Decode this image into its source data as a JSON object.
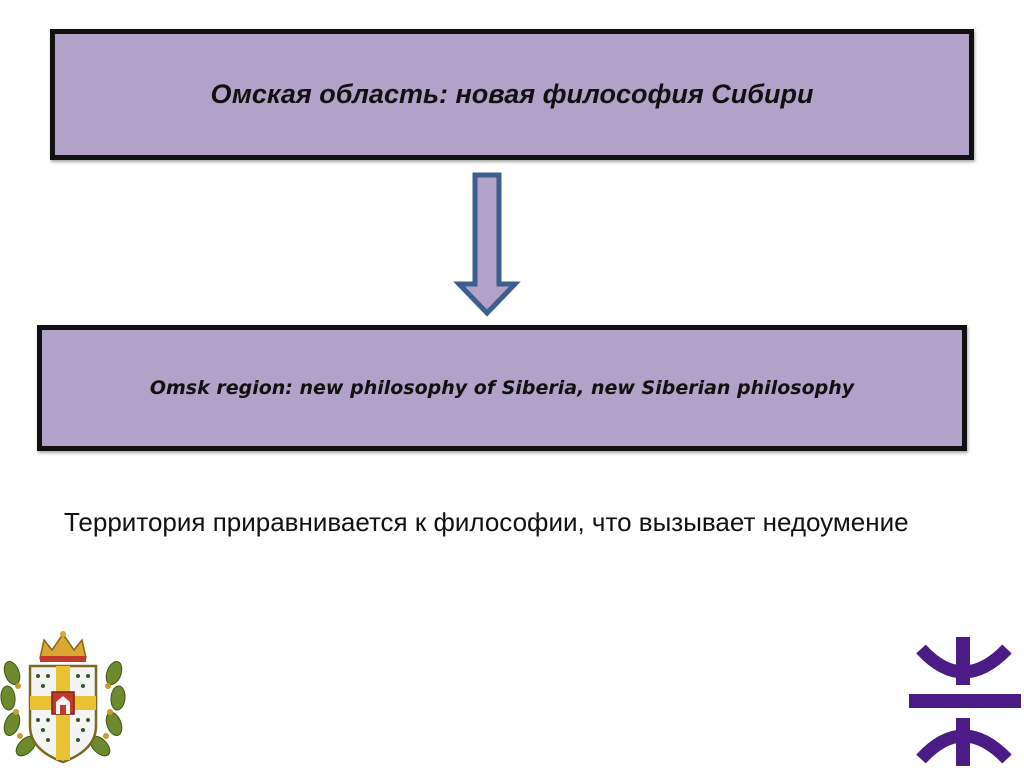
{
  "slide": {
    "top_box_text": "Омская область: новая философия Сибири",
    "bottom_box_text": "Omsk region: new philosophy of Siberia, new Siberian philosophy",
    "statement": "Территория приравнивается к философии, что вызывает недоумение"
  },
  "colors": {
    "box_fill": "#b3a2c8",
    "box_border": "#111111",
    "arrow_fill": "#b3a2c8",
    "arrow_stroke": "#3d5f8f",
    "logo_color": "#4b1b86"
  },
  "icons": {
    "coat_of_arms": "omsk-coat-of-arms-icon",
    "arrow": "down-arrow-icon",
    "logo": "university-logo-icon"
  }
}
